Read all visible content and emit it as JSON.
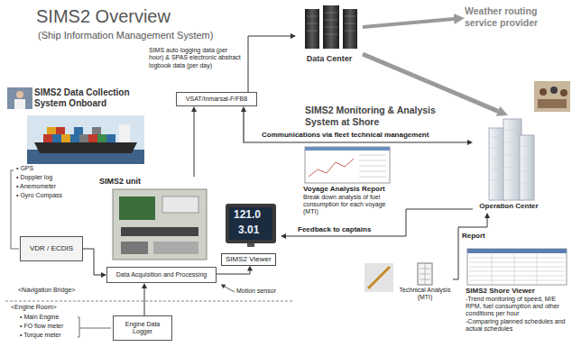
{
  "diagram": {
    "title": "SIMS2 Overview",
    "nodes": [
      {
        "text": [
          "Data Center"
        ]
      },
      {
        "text": [
          "Weather routing service provider"
        ]
      },
      {
        "text": [
          "VSAT/Inmarsat-F/FB8"
        ]
      },
      {
        "text": [
          "SIMS2 Data Collection System Onboard"
        ]
      },
      {
        "text": [
          "VDR / ECDIS"
        ],
        "in": 3
      },
      {
        "text": [
          "SIMS2 unit"
        ],
        "in": 3
      },
      {
        "text": [
          "Data Acquisition and Processing"
        ],
        "in": 3
      },
      {
        "text": [
          "SIMS2 Viewer"
        ],
        "in": 3
      },
      {
        "text": [
          "Engine Data Logger"
        ],
        "in": 3
      },
      {
        "text": [
          "SIMS2 Monitoring & Analysis System at Shore"
        ]
      },
      {
        "text": [
          "Voyage Analysis Report",
          "Break down analysis of fuel consumption for each voyage (MTI)"
        ],
        "in": 9
      },
      {
        "text": [
          "Operation Center"
        ],
        "in": 9
      },
      {
        "text": [
          "Technical Analysis (MTI)"
        ],
        "in": 9
      },
      {
        "text": [
          "SIMS2 Shore Viewer",
          "-Trend monitoring of speed, M/E RPM, fuel consumption and other conditions per hour",
          "-Comparing planned schedules and actual schedules"
        ],
        "in": 9
      }
    ],
    "edges": [
      {
        "from": 2,
        "to": 0,
        "arrow": "to",
        "label": "SIMS auto logging data (per hour) & SPAS electronic abstract logbook data (per day)"
      },
      {
        "from": 0,
        "to": 1,
        "arrow": "to"
      },
      {
        "from": 0,
        "to": 11,
        "arrow": "to"
      },
      {
        "from": 5,
        "to": 2,
        "arrow": "to"
      },
      {
        "from": 2,
        "to": 11,
        "arrow": "both",
        "label": "Communications via fleet technical management"
      },
      {
        "from": 11,
        "to": 7,
        "arrow": "to",
        "label": "Feedback to captains"
      },
      {
        "from": 4,
        "to": 6,
        "arrow": "to"
      },
      {
        "from": 8,
        "to": 6,
        "arrow": "to"
      },
      {
        "from": 6,
        "to": 7,
        "arrow": "to"
      },
      {
        "from": 12,
        "to": 11,
        "arrow": "to",
        "label": "Report"
      }
    ],
    "labels": [
      "(Ship Information Management System)",
      "• GPS",
      "• Doppler log",
      "• Anemometer",
      "• Gyro Compass",
      "121.0",
      "3.01",
      "Motion sensor",
      "<Navigation Bridge>",
      "<Engine Room>",
      "• Main Engine",
      "• FO flow meter",
      "• Torque meter"
    ]
  }
}
